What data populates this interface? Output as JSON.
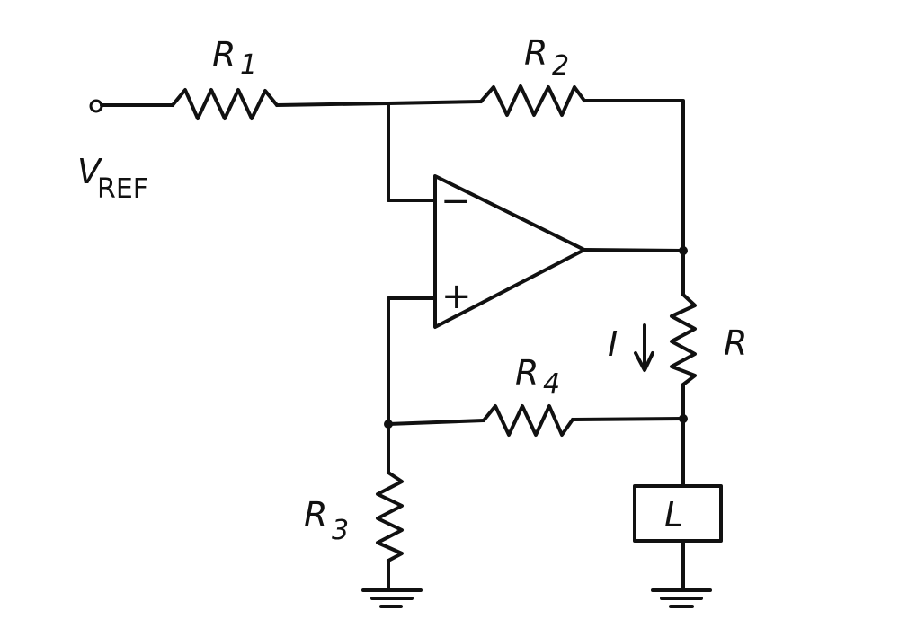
{
  "labels": {
    "vref_main": "V",
    "vref_sub": "REF",
    "r1_main": "R",
    "r1_sub": "1",
    "r2_main": "R",
    "r2_sub": "2",
    "r3_main": "R",
    "r3_sub": "3",
    "r4_main": "R",
    "r4_sub": "4",
    "r_sense": "R",
    "current": "I",
    "load": "L",
    "opamp_minus": "−",
    "opamp_plus": "+"
  }
}
